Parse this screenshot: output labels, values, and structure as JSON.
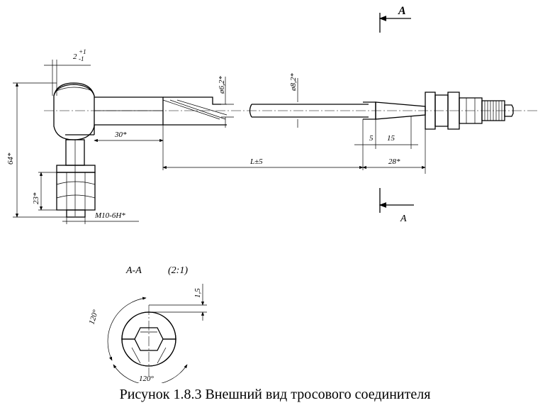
{
  "caption": "Рисунок 1.8.3 Внешний вид тросового соединителя",
  "labels": {
    "section_top": "A",
    "section_bottom": "A",
    "tol_upper": "+1",
    "tol_lower": "-1",
    "tol_base": "2",
    "dia_62": "ø6,2*",
    "dia_82": "ø8,2*",
    "dim_30": "30*",
    "dim_5": "5",
    "dim_15": "15",
    "dim_64": "64*",
    "dim_23": "23*",
    "dim_L": "L±5",
    "dim_28": "28*",
    "thread": "M10-6H*",
    "section_title": "A-A",
    "section_scale": "(2:1)",
    "dim_15_small": "1,5",
    "angle_120_left": "120°",
    "angle_120_bottom": "120°"
  }
}
